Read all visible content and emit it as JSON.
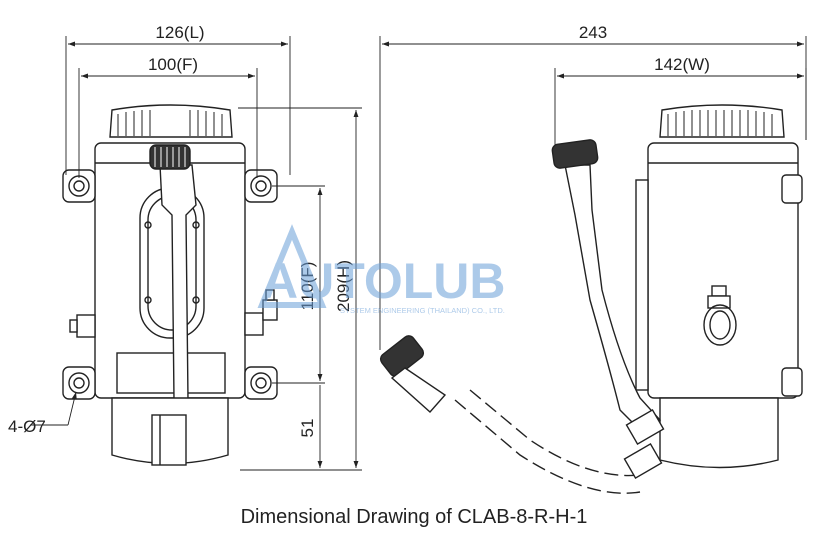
{
  "caption": "Dimensional Drawing of CLAB-8-R-H-1",
  "front_view": {
    "dims": {
      "overall_length": "126(L)",
      "mount_pitch_front": "100(F)",
      "mount_pitch_vertical": "110(F)",
      "overall_height": "209(H)",
      "base_height": "51",
      "mount_holes": "4-Ø7"
    }
  },
  "side_view": {
    "dims": {
      "overall_swing": "243",
      "overall_width": "142(W)"
    }
  },
  "watermark": {
    "brand": "AUTOLUB",
    "tagline": "SYSTEM ENGINEERING (THAILAND) CO., LTD."
  }
}
